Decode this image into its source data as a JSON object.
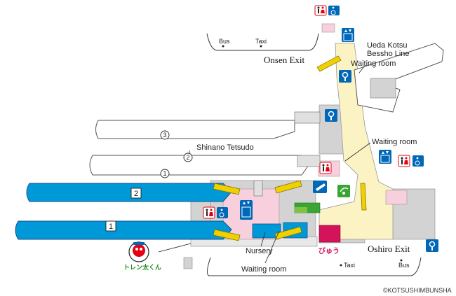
{
  "labels": {
    "onsen_exit": "Onsen Exit",
    "oshiro_exit": "Oshiro Exit",
    "ueda_kotsu_line1": "Ueda Kotsu",
    "ueda_kotsu_line2": "Bessho Line",
    "waiting_room_top": "Waiting room",
    "waiting_room_mid": "Waiting room",
    "waiting_room_bottom": "Waiting room",
    "shinano_tetsudo": "Shinano Tetsudo",
    "nursery": "Nursery",
    "bus_north": "Bus",
    "taxi_north": "Taxi",
    "bus_south": "Bus",
    "taxi_south": "Taxi",
    "copyright": "©KOTSUSHIMBUNSHA"
  },
  "platform_numbers": {
    "p1": "1",
    "p2": "2",
    "p3": "3",
    "shinano_2": "2",
    "shinano_1": "1"
  },
  "brand": {
    "store": "びゅう",
    "mascot": "トレン太くん"
  },
  "colors": {
    "concourse": "#fbf3c4",
    "jr_platform": "#0099d8",
    "shinano_platform": "#ffffff",
    "stairs": "#f0d000",
    "facility_pink": "#f8cfdc",
    "toilet_red": "#e60012",
    "accessible_blue": "#0068b7",
    "shop_green": "#3aa535",
    "store_magenta": "#d4145a",
    "structure_grey": "#d3d3d3"
  },
  "icons": [
    "toilet-icon",
    "accessible-toilet-icon",
    "elevator-icon",
    "coin-locker-icon",
    "ticket-gate-icon",
    "midori-window-icon",
    "mascot-icon"
  ]
}
